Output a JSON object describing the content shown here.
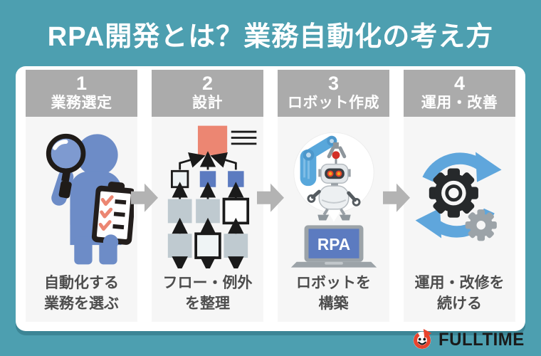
{
  "title": "RPA開発とは？業務自動化の考え方",
  "steps": [
    {
      "number": "1",
      "title": "業務選定",
      "caption": [
        "自動化する",
        "業務を選ぶ"
      ]
    },
    {
      "number": "2",
      "title": "設計",
      "caption": [
        "フロー・例外",
        "を整理"
      ]
    },
    {
      "number": "3",
      "title": "ロボット作成",
      "caption": [
        "ロボットを",
        "構築"
      ],
      "laptop_label": "RPA"
    },
    {
      "number": "4",
      "title": "運用・改善",
      "caption": [
        "運用・改修を",
        "続ける"
      ]
    }
  ],
  "logo": {
    "text": "FULLTIME"
  },
  "colors": {
    "background": "#4D9FB0",
    "card": "#FFFFFF",
    "panel": "#F6F6F6",
    "step_header": "#ABABAB",
    "flow_arrow": "#B3B3B3",
    "caption_text": "#4D4D4D",
    "accent_salmon": "#EC8672",
    "accent_blue": "#5C7BC0",
    "accent_gray_blue": "#BFCAD0",
    "cycle_arrow_blue": "#5FA6DC",
    "person_blue": "#6D8CC7",
    "logo_red": "#E8432D"
  }
}
